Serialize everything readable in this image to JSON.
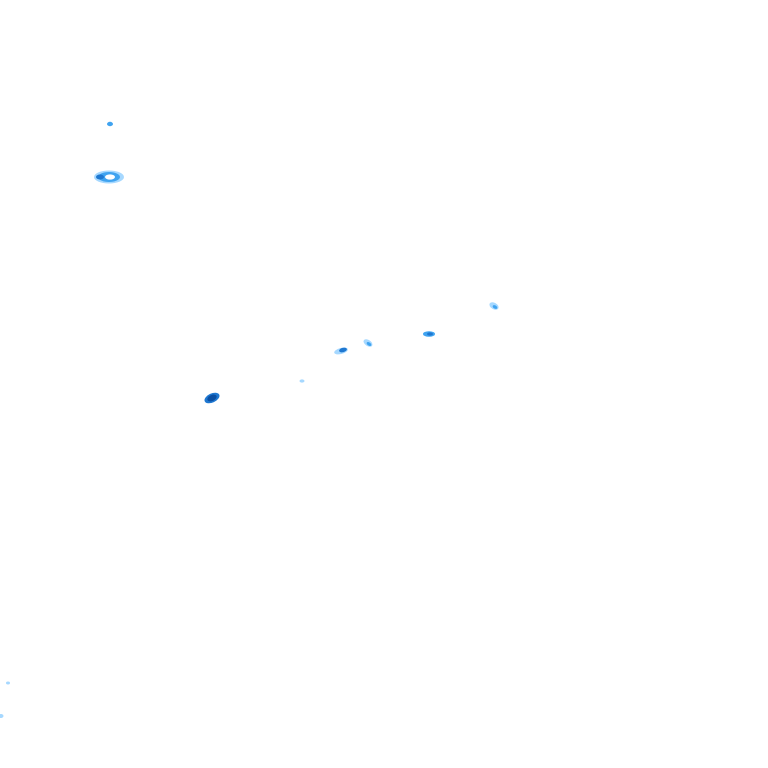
{
  "map": {
    "background_color": "#ffffff",
    "legend_colors": {
      "light": "#a6d8ff",
      "medium": "#3fa3f0",
      "strong": "#1f78d1",
      "heavy": "#0a4fa3"
    },
    "echoes": [
      {
        "name": "echo-speck-northwest",
        "intensity": "medium"
      },
      {
        "name": "echo-cell-northwest",
        "intensity": "medium"
      },
      {
        "name": "echo-cell-east",
        "intensity": "light"
      },
      {
        "name": "echo-cell-center-east",
        "intensity": "strong"
      },
      {
        "name": "echo-cell-center",
        "intensity": "medium"
      },
      {
        "name": "echo-cell-center-west",
        "intensity": "strong"
      },
      {
        "name": "echo-speck-center",
        "intensity": "light"
      },
      {
        "name": "echo-cell-southwest",
        "intensity": "heavy"
      },
      {
        "name": "echo-speck-edge-upper",
        "intensity": "light"
      },
      {
        "name": "echo-speck-edge-lower",
        "intensity": "light"
      }
    ]
  }
}
